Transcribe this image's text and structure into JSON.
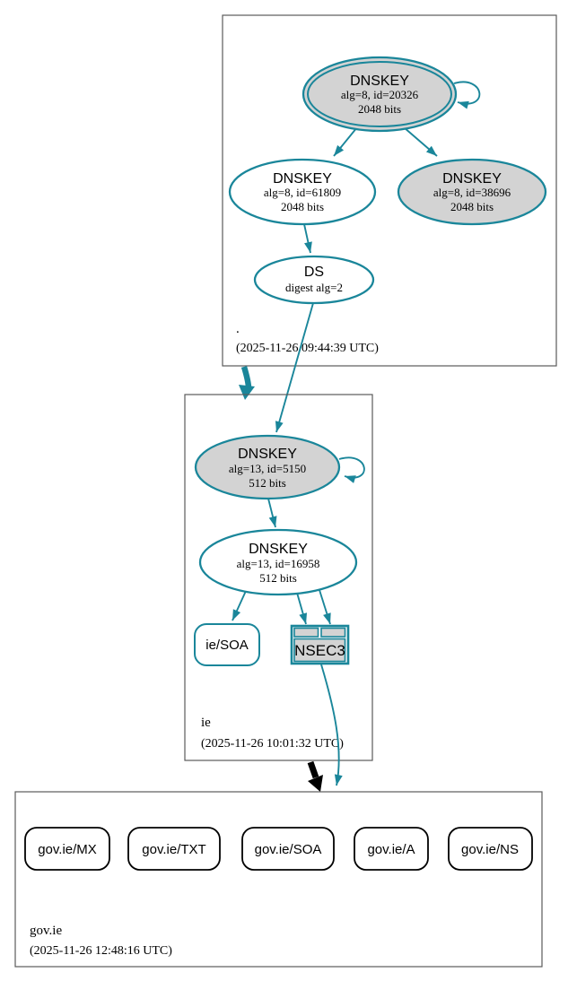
{
  "diagram_type": "dnssec-authentication-chain",
  "zones": {
    "root": {
      "name": ".",
      "timestamp": "(2025-11-26 09:44:39 UTC)",
      "ksk": {
        "title": "DNSKEY",
        "detail1": "alg=8, id=20326",
        "detail2": "2048 bits"
      },
      "zsk": {
        "title": "DNSKEY",
        "detail1": "alg=8, id=61809",
        "detail2": "2048 bits"
      },
      "standby": {
        "title": "DNSKEY",
        "detail1": "alg=8, id=38696",
        "detail2": "2048 bits"
      },
      "ds": {
        "title": "DS",
        "detail1": "digest alg=2"
      }
    },
    "ie": {
      "name": "ie",
      "timestamp": "(2025-11-26 10:01:32 UTC)",
      "ksk": {
        "title": "DNSKEY",
        "detail1": "alg=13, id=5150",
        "detail2": "512 bits"
      },
      "zsk": {
        "title": "DNSKEY",
        "detail1": "alg=13, id=16958",
        "detail2": "512 bits"
      },
      "soa": {
        "label": "ie/SOA"
      },
      "nsec3": {
        "label": "NSEC3"
      }
    },
    "govie": {
      "name": "gov.ie",
      "timestamp": "(2025-11-26 12:48:16 UTC)",
      "rrsets": [
        {
          "label": "gov.ie/MX"
        },
        {
          "label": "gov.ie/TXT"
        },
        {
          "label": "gov.ie/SOA"
        },
        {
          "label": "gov.ie/A"
        },
        {
          "label": "gov.ie/NS"
        }
      ]
    }
  },
  "colors": {
    "secure": "#1a869a",
    "node_fill": "#d3d3d3",
    "zone_border": "#5b5b5b",
    "insecure_edge": "#000000",
    "background": "#ffffff"
  }
}
